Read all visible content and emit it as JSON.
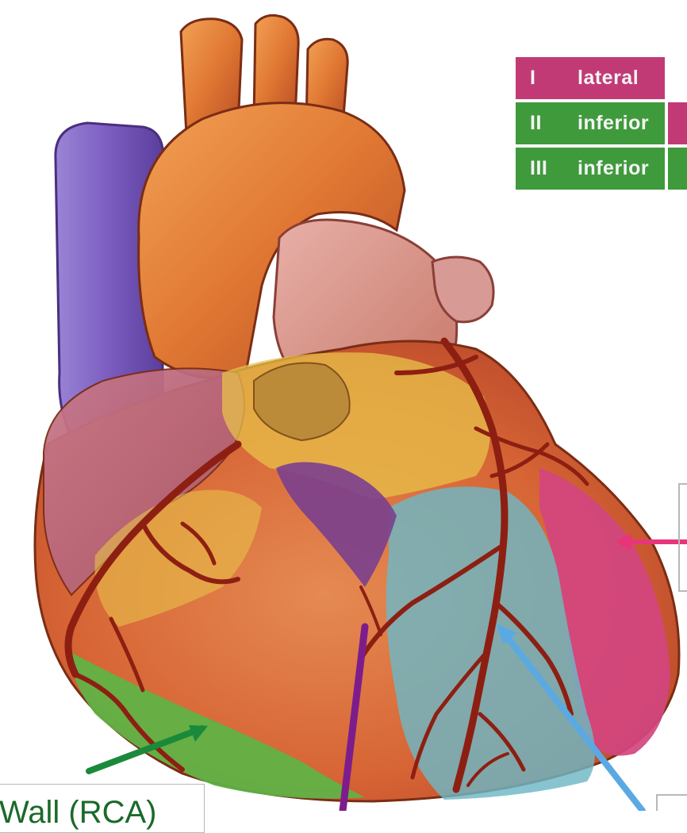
{
  "lead_table": {
    "rows": [
      {
        "lead": "I",
        "wall": "lateral",
        "color": "#c23a75",
        "tail_color": "#c23a75"
      },
      {
        "lead": "II",
        "wall": "inferior",
        "color": "#3f9a3c",
        "tail_color": "#c23a75"
      },
      {
        "lead": "III",
        "wall": "inferior",
        "color": "#3f9a3c",
        "tail_color": "#3f9a3c"
      }
    ]
  },
  "callouts": {
    "inferior_wall_label": "Wall (RCA)"
  },
  "colors": {
    "lateral": "#d2457f",
    "inferior": "#5db447",
    "septal": "#7a3f8e",
    "anterior": "#5aa9de",
    "aorta": "#d4622a",
    "svc": "#7b5cc0",
    "myocardium": "#d86c3c",
    "coronary": "#8d1f12"
  }
}
